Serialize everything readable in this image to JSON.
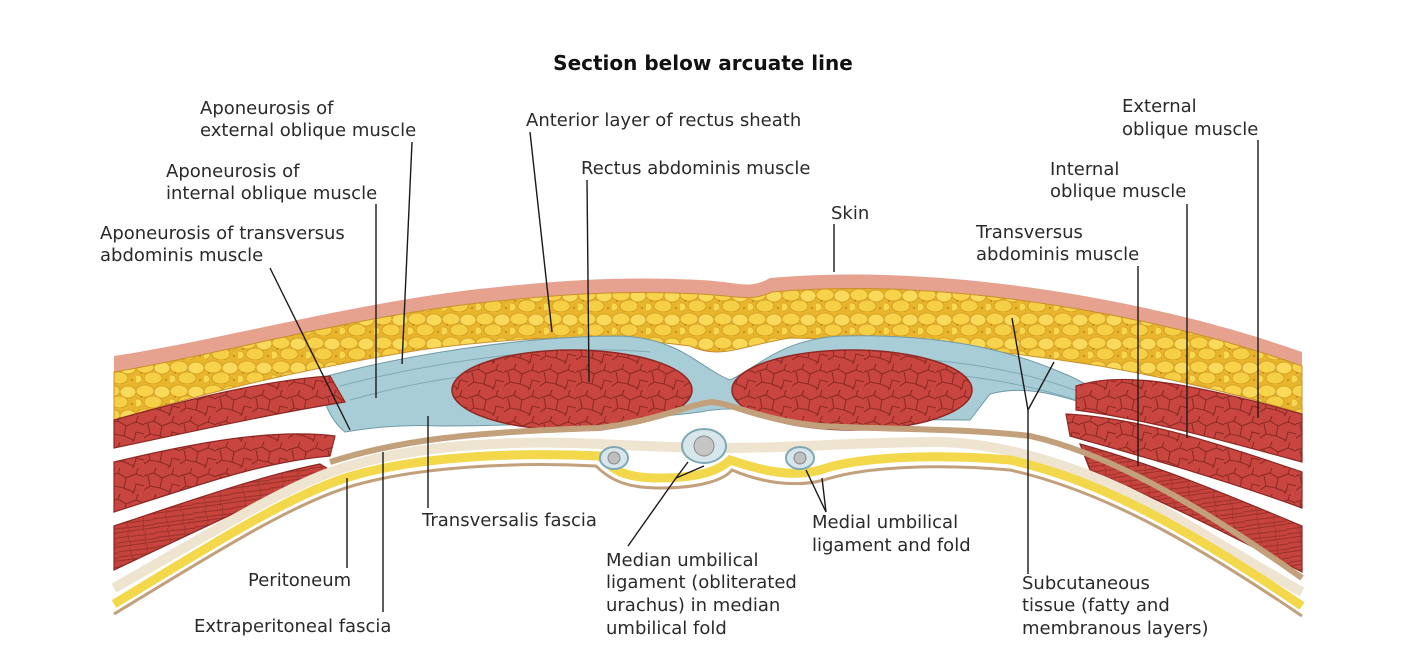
{
  "title": "Section below arcuate line",
  "labels": {
    "aponeurosis_external_oblique": [
      "Aponeurosis of",
      "external oblique muscle"
    ],
    "aponeurosis_internal_oblique": [
      "Aponeurosis of",
      "internal oblique muscle"
    ],
    "aponeurosis_transversus": [
      "Aponeurosis of transversus",
      "abdominis muscle"
    ],
    "anterior_layer_rectus_sheath": [
      "Anterior layer of rectus sheath"
    ],
    "rectus_abdominis": [
      "Rectus abdominis muscle"
    ],
    "skin": [
      "Skin"
    ],
    "transversus_abdominis": [
      "Transversus",
      "abdominis muscle"
    ],
    "internal_oblique": [
      "Internal",
      "oblique muscle"
    ],
    "external_oblique": [
      "External",
      "oblique muscle"
    ],
    "transversalis_fascia": [
      "Transversalis fascia"
    ],
    "peritoneum": [
      "Peritoneum"
    ],
    "extraperitoneal_fascia": [
      "Extraperitoneal fascia"
    ],
    "median_umbilical_ligament": [
      "Median umbilical",
      "ligament (obliterated",
      "urachus) in median",
      "umbilical fold"
    ],
    "medial_umbilical_ligament": [
      "Medial umbilical",
      "ligament and fold"
    ],
    "subcutaneous_tissue": [
      "Subcutaneous",
      "tissue (fatty and",
      "membranous layers)"
    ]
  },
  "colors": {
    "skin": "#e7a28f",
    "fat": "#f2c63a",
    "fat_dot": "#c9962a",
    "fascia_blue": "#a9cdd6",
    "muscle": "#c4433f",
    "muscle_line": "#8e2723",
    "fascia_tan": "#c6a37e",
    "peritoneum_yellow": "#f3dc4d",
    "label_text": "#2a2a2a"
  }
}
